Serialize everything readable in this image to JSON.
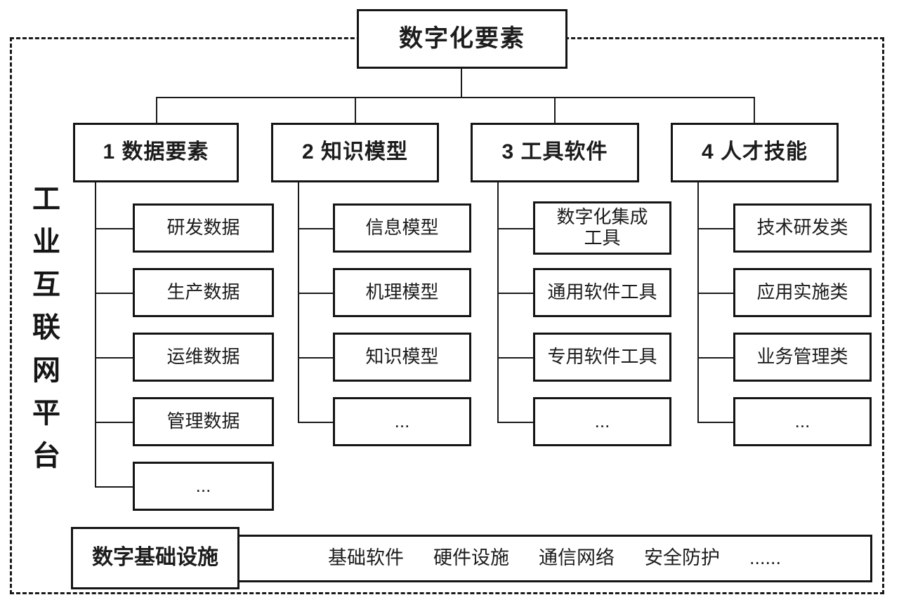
{
  "diagram": {
    "title": "数字化要素",
    "platform_label": "工业互联网平台",
    "columns": [
      {
        "header": "1 数据要素",
        "children": [
          "研发数据",
          "生产数据",
          "运维数据",
          "管理数据",
          "..."
        ]
      },
      {
        "header": "2 知识模型",
        "children": [
          "信息模型",
          "机理模型",
          "知识模型",
          "..."
        ]
      },
      {
        "header": "3 工具软件",
        "children": [
          "数字化集成\n工具",
          "通用软件工具",
          "专用软件工具",
          "..."
        ]
      },
      {
        "header": "4 人才技能",
        "children": [
          "技术研发类",
          "应用实施类",
          "业务管理类",
          "..."
        ]
      }
    ],
    "infrastructure": {
      "label": "数字基础设施",
      "items": [
        "基础软件",
        "硬件设施",
        "通信网络",
        "安全防护",
        "......"
      ]
    },
    "colors": {
      "line": "#1a1a1a",
      "background": "#ffffff",
      "text": "#1c1c1c"
    }
  }
}
